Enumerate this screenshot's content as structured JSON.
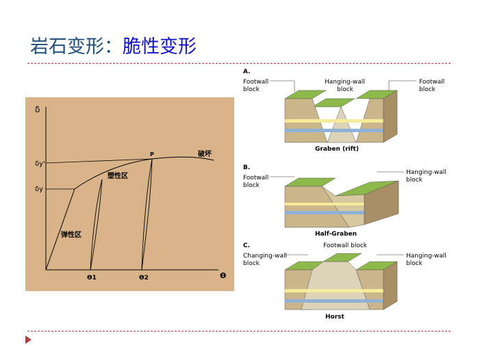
{
  "title": {
    "part1": "岩石变形：",
    "part2": "脆性变形"
  },
  "colors": {
    "title_main": "#1f4e79",
    "title_accent": "#1010cc",
    "rule": "#b23a3a",
    "panel_bg": "#d9b48a"
  },
  "curve_panel": {
    "y_axis": "δ",
    "x_axis": "ϴ",
    "dy_prime": "δy'",
    "dy": "δy",
    "point_p": "P",
    "failure": "破坏",
    "plastic": "塑性区",
    "elastic": "弹性区",
    "theta1": "ϴ1",
    "theta2": "ϴ2"
  },
  "faults": {
    "a": {
      "letter": "A.",
      "left_label_1": "Footwall",
      "left_label_2": "block",
      "center_label_1": "Hanging-wall",
      "center_label_2": "block",
      "right_label_1": "Footwall",
      "right_label_2": "block",
      "caption": "Graben (rift)"
    },
    "b": {
      "letter": "B.",
      "left_label_1": "Footwall",
      "left_label_2": "block",
      "right_label_1": "Hanging-wall",
      "right_label_2": "block",
      "caption": "Half-Graben"
    },
    "c": {
      "letter": "C.",
      "center_label": "Footwall block",
      "left_label_1": "Changing-wall",
      "left_label_2": "block",
      "right_label_1": "Hanging-wall",
      "right_label_2": "block",
      "caption": "Horst"
    }
  }
}
